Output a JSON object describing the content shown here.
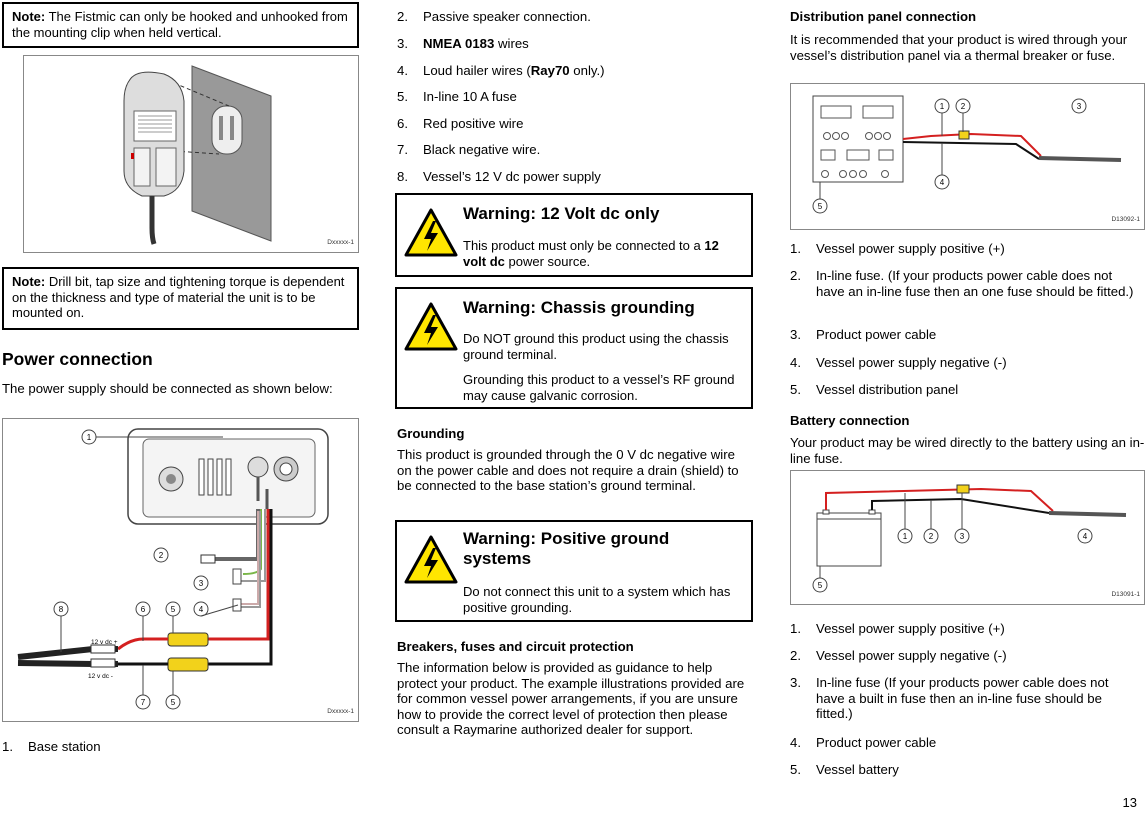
{
  "col1": {
    "note1": {
      "label": "Note:",
      "text": "The Fistmic can only be hooked and unhooked from the mounting clip when held vertical."
    },
    "figure1": {
      "code": "Dxxxxx-1"
    },
    "note2": {
      "label": "Note:",
      "text": "Drill bit, tap size and tightening torque is dependent on the thickness and type of material the unit is to be mounted on."
    },
    "heading": "Power connection",
    "intro": "The power supply should be connected as shown below:",
    "figure2": {
      "code": "Dxxxxx-1",
      "callouts": [
        "1",
        "2",
        "3",
        "4",
        "5",
        "6",
        "8",
        "7",
        "5"
      ],
      "label_pos": "12 v dc +",
      "label_neg": "12 v dc -"
    },
    "list": [
      {
        "num": "1.",
        "text": "Base station"
      }
    ]
  },
  "col2": {
    "list": [
      {
        "num": "2.",
        "text": "Passive speaker connection."
      },
      {
        "num": "3.",
        "bold": "NMEA 0183",
        "text": " wires"
      },
      {
        "num": "4.",
        "text_a": "Loud hailer wires (",
        "bold": "Ray70",
        "text_b": " only.)"
      },
      {
        "num": "5.",
        "text": "In-line 10 A fuse"
      },
      {
        "num": "6.",
        "text": "Red positive wire"
      },
      {
        "num": "7.",
        "text": "Black negative wire."
      },
      {
        "num": "8.",
        "text": "Vessel’s 12 V dc power supply"
      }
    ],
    "warning1": {
      "title": "Warning: 12 Volt dc only",
      "body_a": "This product must only be connected to a ",
      "body_bold": "12 volt dc",
      "body_b": " power source."
    },
    "warning2": {
      "title": "Warning: Chassis grounding",
      "body1": "Do NOT ground this product using the chassis ground terminal.",
      "body2": "Grounding this product to a vessel’s RF ground may cause galvanic corrosion."
    },
    "grounding_heading": "Grounding",
    "grounding_text": "This product is grounded through the 0 V dc negative wire on the power cable and does not require a drain (shield) to be connected to the base station’s ground terminal.",
    "warning3": {
      "title": "Warning: Positive ground systems",
      "body": "Do not connect this unit to a system which has positive grounding."
    },
    "breakers_heading": "Breakers, fuses and circuit protection",
    "breakers_text": "The information below is provided as guidance to help protect your product. The example illustrations provided are for common vessel power arrangements, if you are unsure how to provide the correct level of protection then please consult a Raymarine authorized dealer for support."
  },
  "col3": {
    "dist_heading": "Distribution panel connection",
    "dist_text": "It is recommended that your product is wired through your vessel’s distribution panel via a thermal breaker or fuse.",
    "figure3": {
      "code": "D13092-1",
      "callouts": [
        "1",
        "2",
        "3",
        "4",
        "5"
      ]
    },
    "dist_list": [
      {
        "num": "1.",
        "text": "Vessel power supply positive (+)"
      },
      {
        "num": "2.",
        "text": "In-line fuse. (If your products power cable does not have an in-line fuse then an one fuse should be fitted.)"
      },
      {
        "num": "3.",
        "text": "Product power cable"
      },
      {
        "num": "4.",
        "text": "Vessel power supply negative (-)"
      },
      {
        "num": "5.",
        "text": "Vessel distribution panel"
      }
    ],
    "batt_heading": "Battery connection",
    "batt_text": "Your product may be wired directly to the battery using an in-line fuse.",
    "figure4": {
      "code": "D13091-1",
      "callouts": [
        "1",
        "2",
        "3",
        "4",
        "5"
      ]
    },
    "batt_list": [
      {
        "num": "1.",
        "text": "Vessel power supply positive (+)"
      },
      {
        "num": "2.",
        "text": "Vessel power supply negative (-)"
      },
      {
        "num": "3.",
        "text": "In-line fuse (If your products power cable does not have a built in fuse then an in-line fuse should be fitted.)"
      },
      {
        "num": "4.",
        "text": "Product power cable"
      },
      {
        "num": "5.",
        "text": "Vessel battery"
      }
    ]
  },
  "page_number": "13",
  "colors": {
    "warning_yellow": "#ffe600",
    "wire_red": "#d42020",
    "fuse_yellow": "#f2d21b"
  }
}
